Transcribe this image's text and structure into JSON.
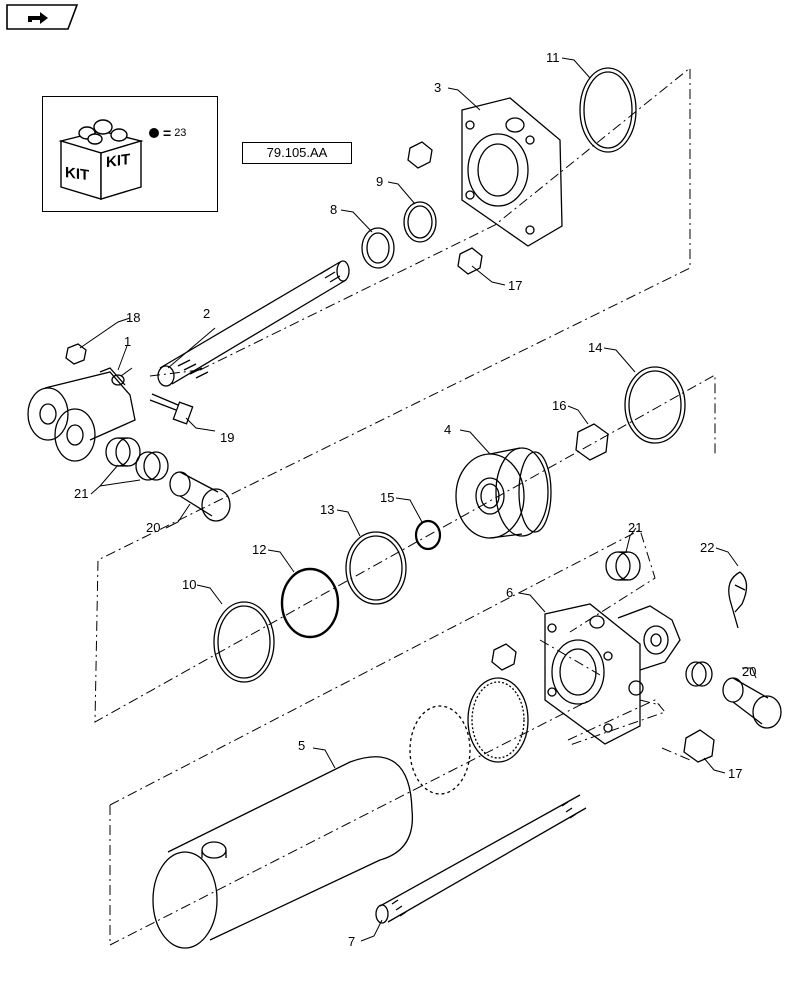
{
  "reference_link": "79.105.AA",
  "kit_legend": {
    "equals": "=",
    "kit_number": "23",
    "kit_label": "KIT"
  },
  "nav_icon": "next-page-arrow-icon",
  "callouts": {
    "c1": "1",
    "c2": "2",
    "c3": "3",
    "c4": "4",
    "c5": "5",
    "c6": "6",
    "c7": "7",
    "c8": "8",
    "c9": "9",
    "c10": "10",
    "c11": "11",
    "c12": "12",
    "c13": "13",
    "c14": "14",
    "c15": "15",
    "c16": "16",
    "c17a": "17",
    "c17b": "17",
    "c18": "18",
    "c19": "19",
    "c20a": "20",
    "c20b": "20",
    "c21a": "21",
    "c21b": "21",
    "c22": "22"
  }
}
